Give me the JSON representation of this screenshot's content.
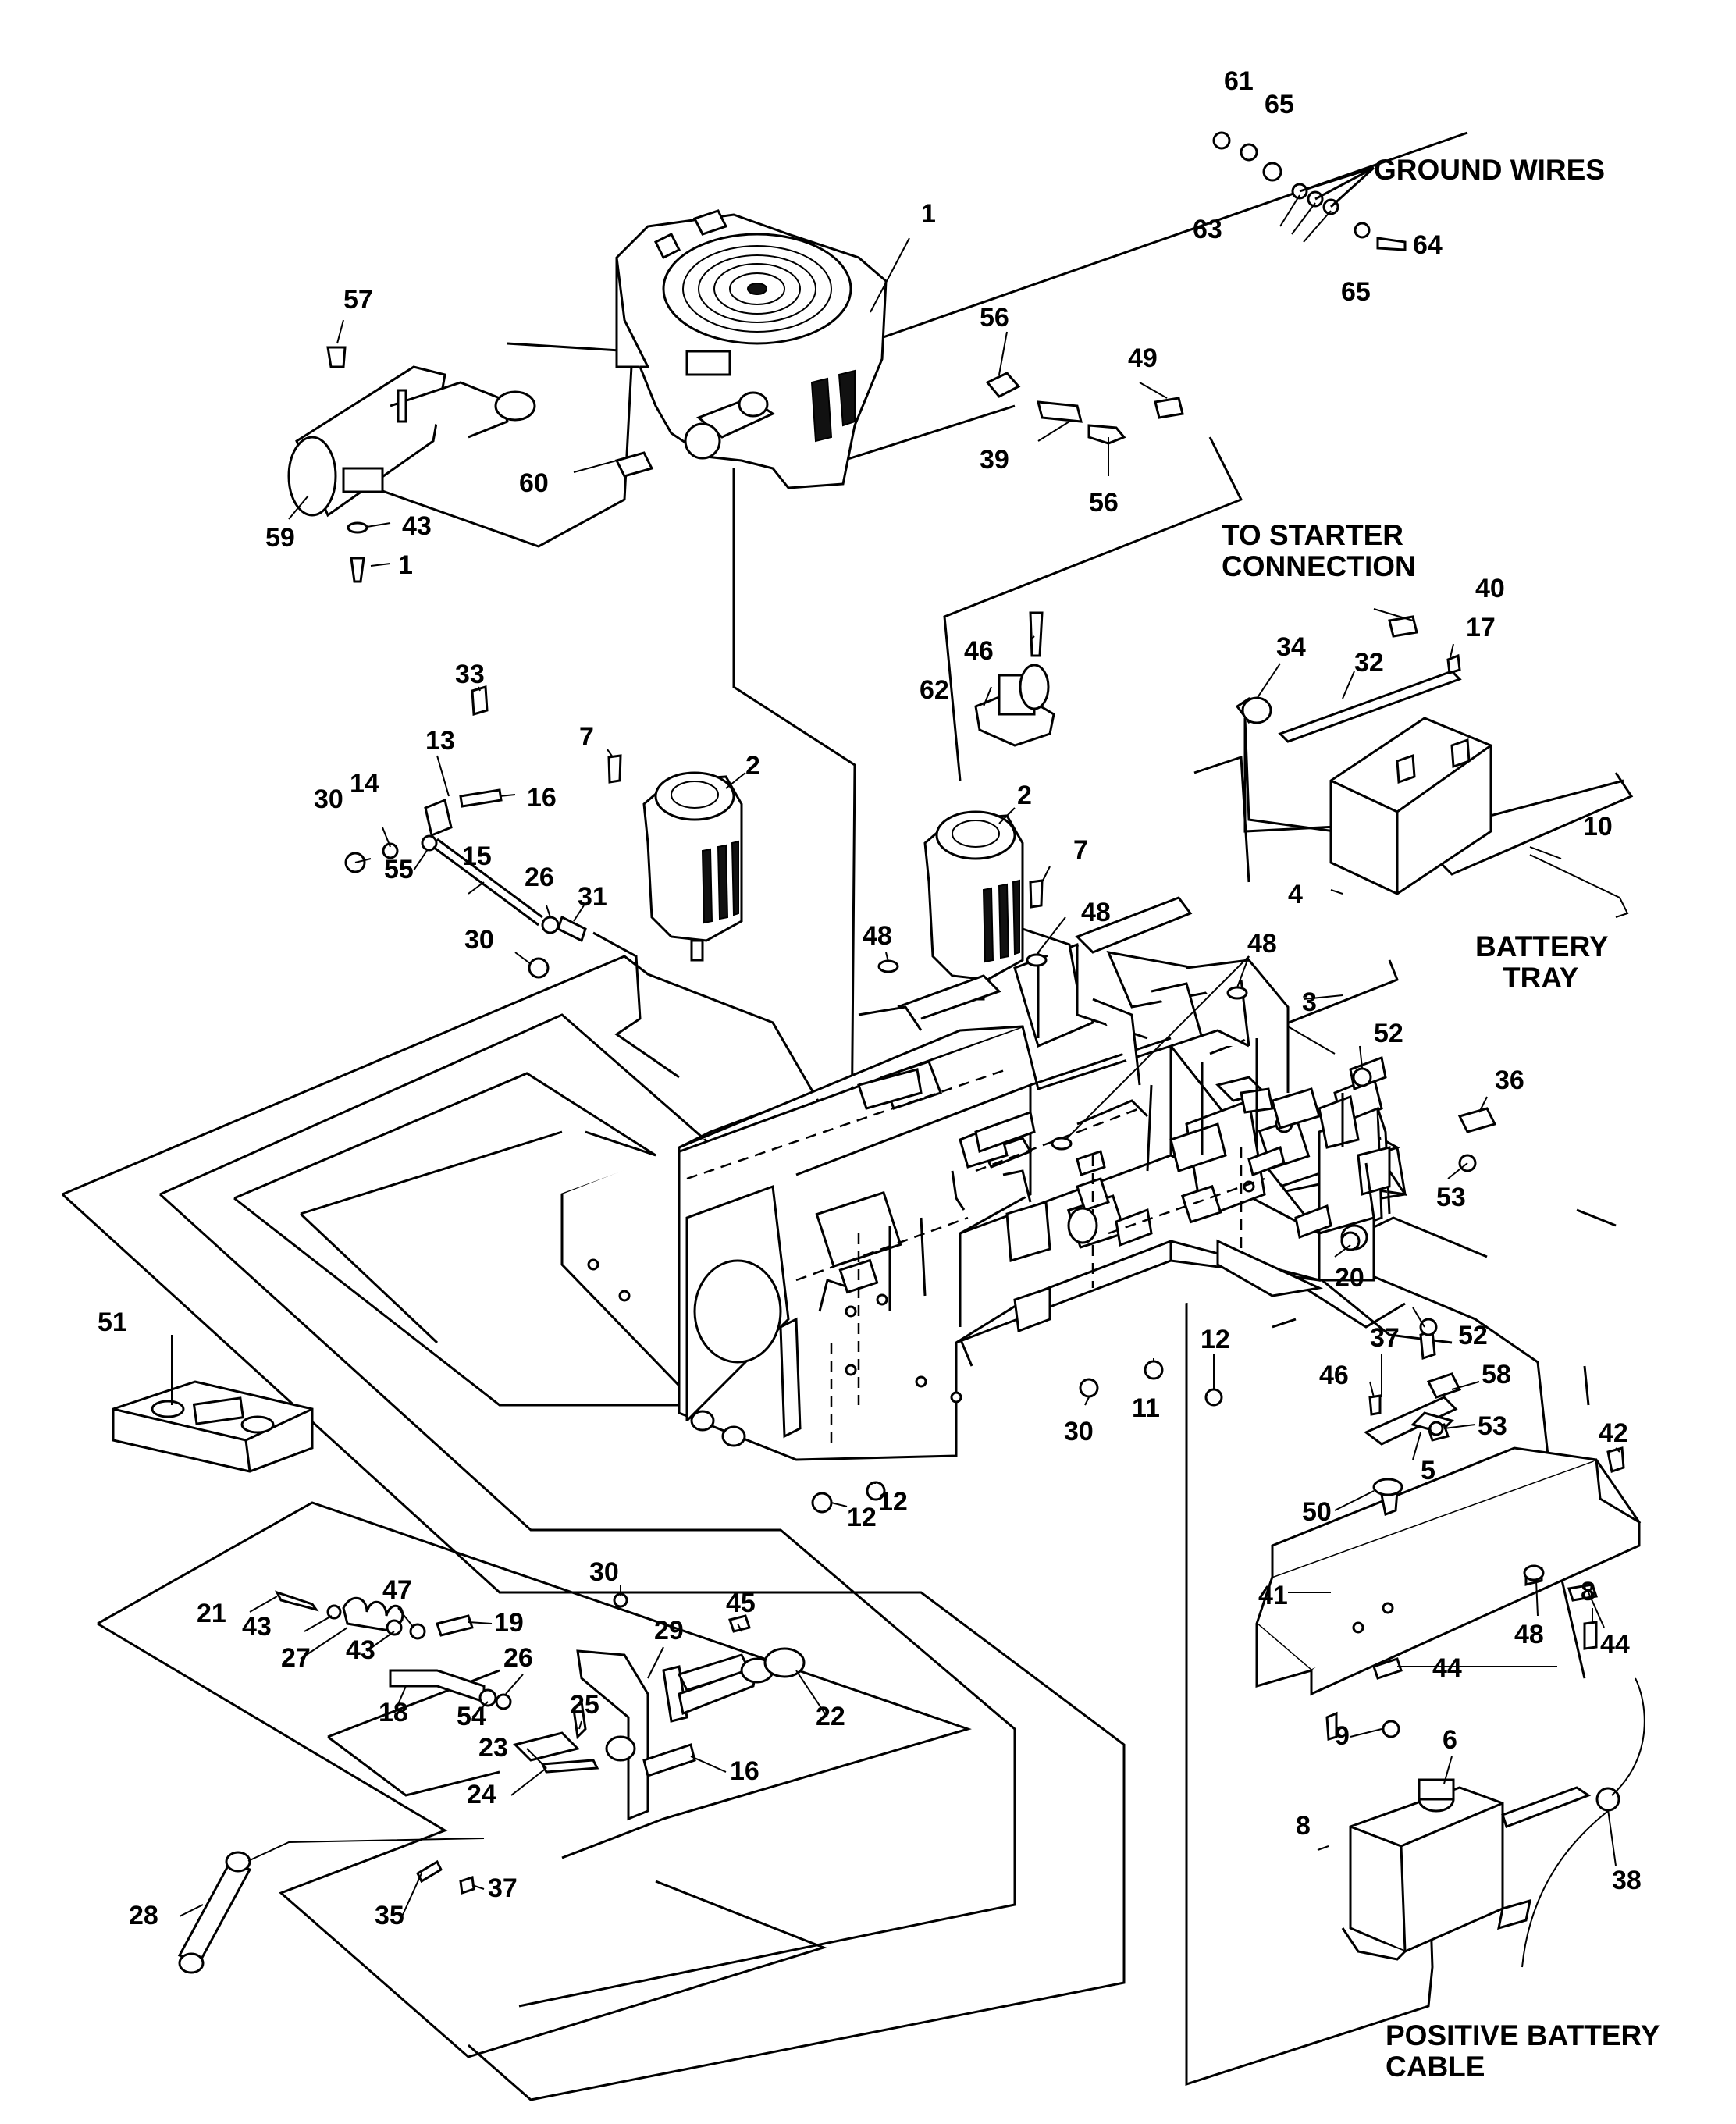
{
  "diagram": {
    "notes": {
      "ground_wires": "GROUND WIRES",
      "starter_line1": "TO STARTER",
      "starter_line2": "CONNECTION",
      "battery_tray_line1": "BATTERY",
      "battery_tray_line2": "TRAY",
      "positive_cable_line1": "POSITIVE BATTERY",
      "positive_cable_line2": "CABLE"
    },
    "callouts": [
      "61",
      "65",
      "63",
      "64",
      "65",
      "1",
      "57",
      "56",
      "49",
      "39",
      "56",
      "60",
      "59",
      "43",
      "1",
      "40",
      "17",
      "34",
      "32",
      "46",
      "62",
      "33",
      "13",
      "16",
      "14",
      "30",
      "55",
      "7",
      "2",
      "2",
      "7",
      "15",
      "26",
      "31",
      "30",
      "48",
      "48",
      "48",
      "3",
      "10",
      "4",
      "52",
      "36",
      "53",
      "20",
      "51",
      "12",
      "37",
      "52",
      "58",
      "46",
      "53",
      "5",
      "30",
      "11",
      "12",
      "12",
      "42",
      "50",
      "41",
      "48",
      "44",
      "44",
      "21",
      "43",
      "47",
      "19",
      "27",
      "43",
      "30",
      "29",
      "45",
      "22",
      "26",
      "18",
      "54",
      "25",
      "23",
      "24",
      "16",
      "9",
      "6",
      "8",
      "8",
      "38",
      "35",
      "37",
      "28"
    ]
  }
}
